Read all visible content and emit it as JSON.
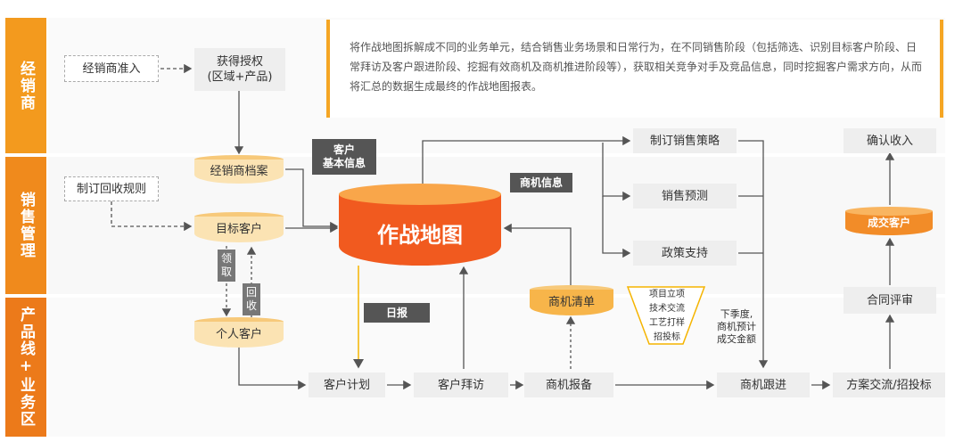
{
  "lanes": {
    "distributor": "经销商",
    "sales": "销售管理",
    "product": "产品线+业务区"
  },
  "description": "将作战地图拆解成不同的业务单元，结合销售业务场景和日常行为，在不同销售阶段（包括筛选、识别目标客户阶段、日常拜访及客户跟进阶段、挖掘有效商机及商机推进阶段等），获取相关竞争对手及竞品信息，同时挖掘客户需求方向，从而将汇总的数据生成最终的作战地图报表。",
  "nodes": {
    "dealer_access": "经销商准入",
    "get_auth": "获得授权\n(区域+产品)",
    "dealer_archive": "经销商档案",
    "recycle_rule": "制订回收规则",
    "target_customer": "目标客户",
    "personal_customer": "个人客户",
    "battle_map": "作战地图",
    "customer_plan": "客户计划",
    "customer_visit": "客户拜访",
    "opp_report": "商机报备",
    "opp_follow": "商机跟进",
    "solution_exchange": "方案交流/招投标",
    "contract_review": "合同评审",
    "deal_customer": "成交客户",
    "confirm_income": "确认收入",
    "sales_strategy": "制订销售策略",
    "sales_forecast": "销售预测",
    "policy_support": "政策支持",
    "opp_list": "商机清单"
  },
  "banners": {
    "customer_info": "客户\n基本信息",
    "opp_info": "商机信息",
    "daily_report": "日报"
  },
  "funnel": [
    "项目立项",
    "技术交流",
    "工艺打样",
    "招投标"
  ],
  "edge_labels": {
    "claim": "领取",
    "recycle": "回收",
    "next_quarter": "下季度,\n商机预计\n成交金额"
  }
}
